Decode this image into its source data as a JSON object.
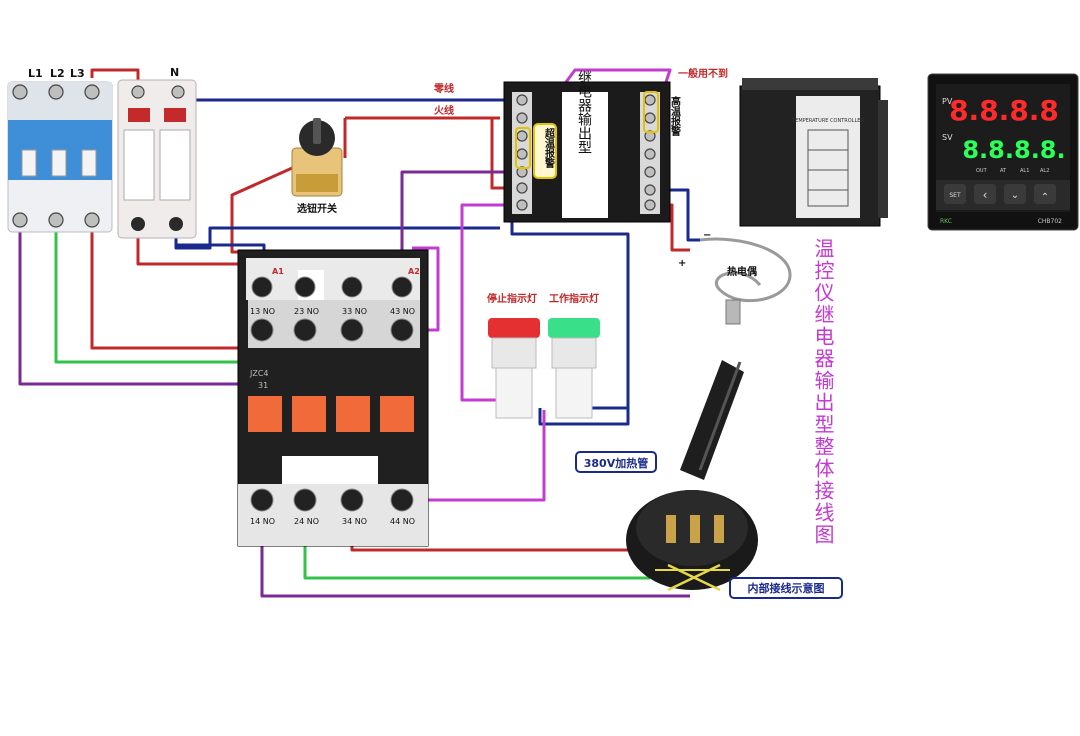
{
  "breaker": {
    "labels": [
      "L1",
      "L2",
      "L3"
    ],
    "neutral_label": "N"
  },
  "wire_labels": {
    "neutral": "零线",
    "live": "火线",
    "rarely_used": "一般用不到"
  },
  "switch": {
    "label": "选钮开关"
  },
  "controller_front": {
    "output_type_label": "继电器输出型",
    "over_temp_alarm": "超温报警",
    "high_temp_alarm": "高温报警"
  },
  "controller_side": {
    "header_text": "TEMPERATURE CONTROLLER"
  },
  "display": {
    "pv_label": "PV",
    "sv_label": "SV",
    "pv_value": "8.8.8.8",
    "sv_value": "8.8.8.8.",
    "indicators": [
      "OUT",
      "AT",
      "AL1",
      "AL2"
    ],
    "set_button": "SET",
    "brand": "RKC",
    "model": "CHB702"
  },
  "thermocouple": {
    "label": "热电偶",
    "minus": "−",
    "plus": "+"
  },
  "contactor": {
    "coil_a1": "A1",
    "coil_a2": "A2",
    "top_terminals": [
      "13 NO",
      "23 NO",
      "33 NO",
      "43 NO"
    ],
    "bottom_terminals": [
      "14 NO",
      "24 NO",
      "34 NO",
      "44 NO"
    ],
    "model": "JZC4",
    "model_sub": "31"
  },
  "lamps": {
    "stop": "停止指示灯",
    "work": "工作指示灯"
  },
  "heater": {
    "label": "380V加热管",
    "internal_label": "内部接线示意图"
  },
  "title_vertical": "温控仪继电器输出型整体接线图",
  "colors": {
    "red_wire": "#c0282a",
    "blue_wire": "#1a2a8c",
    "green_wire": "#34c24a",
    "purple_wire": "#7a2a92",
    "magenta_wire": "#c43bd0",
    "title": "#c43bd0",
    "pv_digits": "#ff2a2a",
    "sv_digits": "#2aff5a"
  }
}
